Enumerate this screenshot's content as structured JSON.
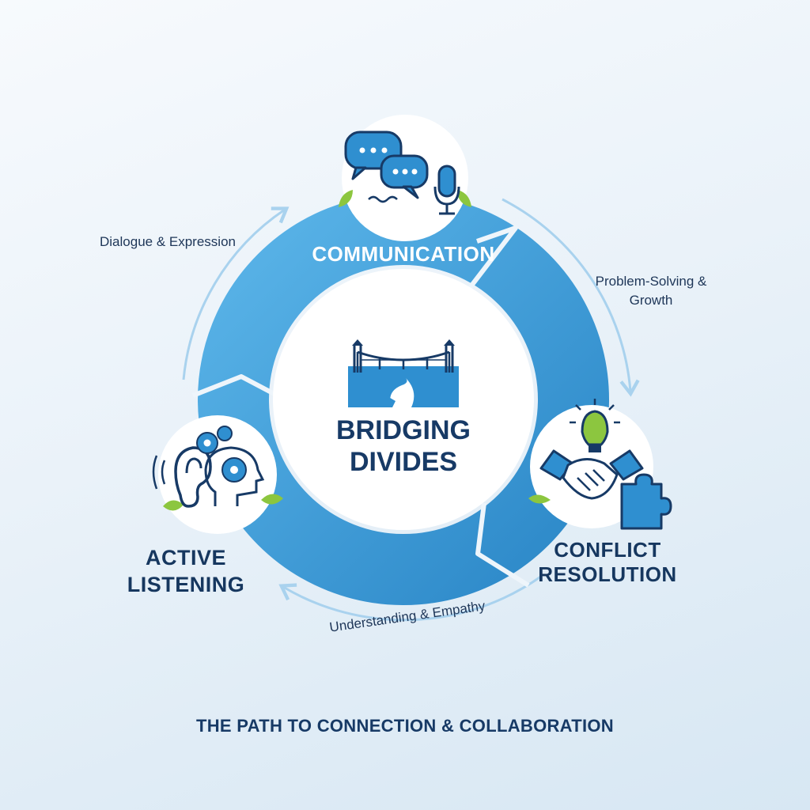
{
  "center": {
    "line1": "BRIDGING",
    "line2": "DIVIDES",
    "icon": "bridge-icon"
  },
  "stages": {
    "communication": {
      "label": "COMMUNICATION",
      "icons": [
        "speech-bubbles-icon",
        "microphone-icon"
      ]
    },
    "conflict_resolution": {
      "label": "CONFLICT RESOLUTION",
      "icons": [
        "lightbulb-icon",
        "handshake-icon",
        "puzzle-piece-icon"
      ]
    },
    "active_listening": {
      "label_line1": "ACTIVE",
      "label_line2": "LISTENING",
      "icons": [
        "ear-icon",
        "head-gears-icon"
      ]
    }
  },
  "flows": {
    "dialogue": "Dialogue & Expression",
    "problem_solving_line1": "Problem-Solving &",
    "problem_solving_line2": "Growth",
    "understanding": "Understanding & Empathy"
  },
  "footer": {
    "title": "THE PATH TO CONNECTION & COLLABORATION"
  },
  "colors": {
    "ring_dark": "#2f8fd0",
    "ring_light": "#56b0e6",
    "navy": "#173a66",
    "leaf": "#8cc63f",
    "arrow": "#a9d2ee"
  }
}
